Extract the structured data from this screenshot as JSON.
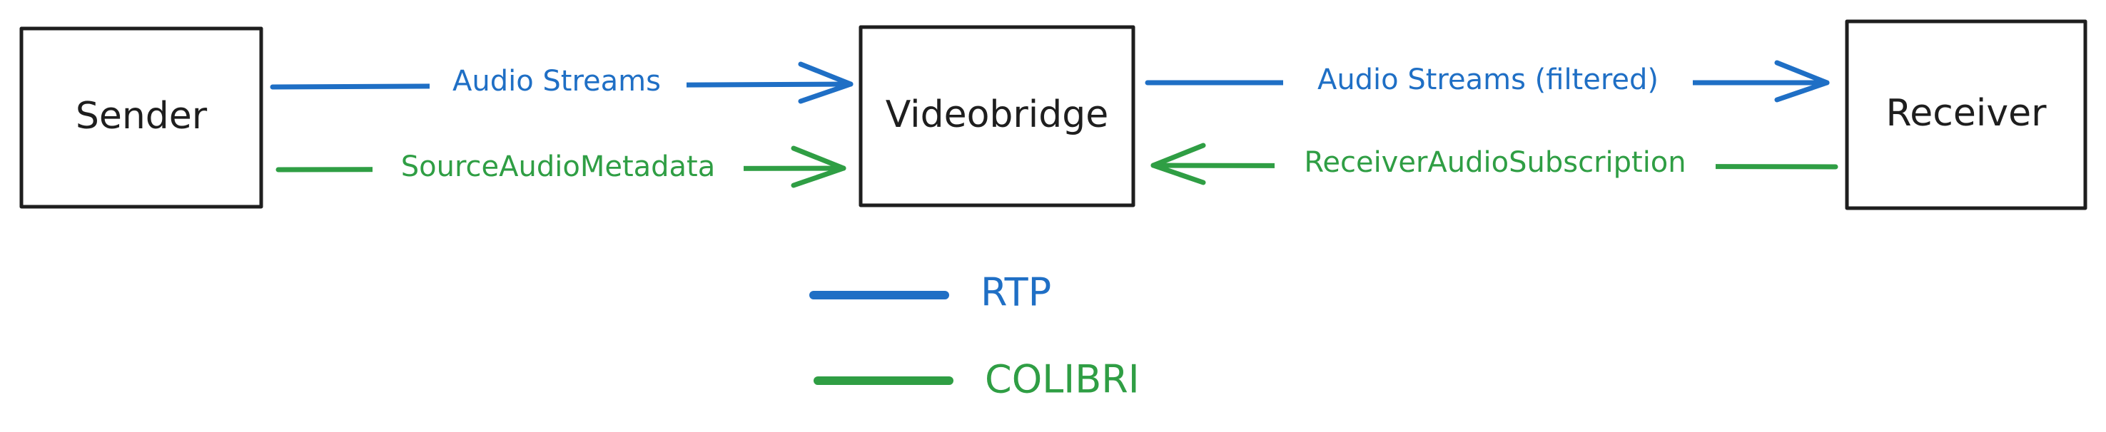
{
  "colors": {
    "rtp": "#1f6fc5",
    "colibri": "#2f9e44",
    "ink": "#1e1e1e"
  },
  "nodes": {
    "sender": "Sender",
    "videobridge": "Videobridge",
    "receiver": "Receiver"
  },
  "edges": {
    "sender_to_bridge_audio": "Audio Streams",
    "sender_to_bridge_metadata": "SourceAudioMetadata",
    "bridge_to_receiver_audio": "Audio Streams (filtered)",
    "receiver_to_bridge_subscription": "ReceiverAudioSubscription"
  },
  "legend": {
    "rtp": "RTP",
    "colibri": "COLIBRI"
  }
}
